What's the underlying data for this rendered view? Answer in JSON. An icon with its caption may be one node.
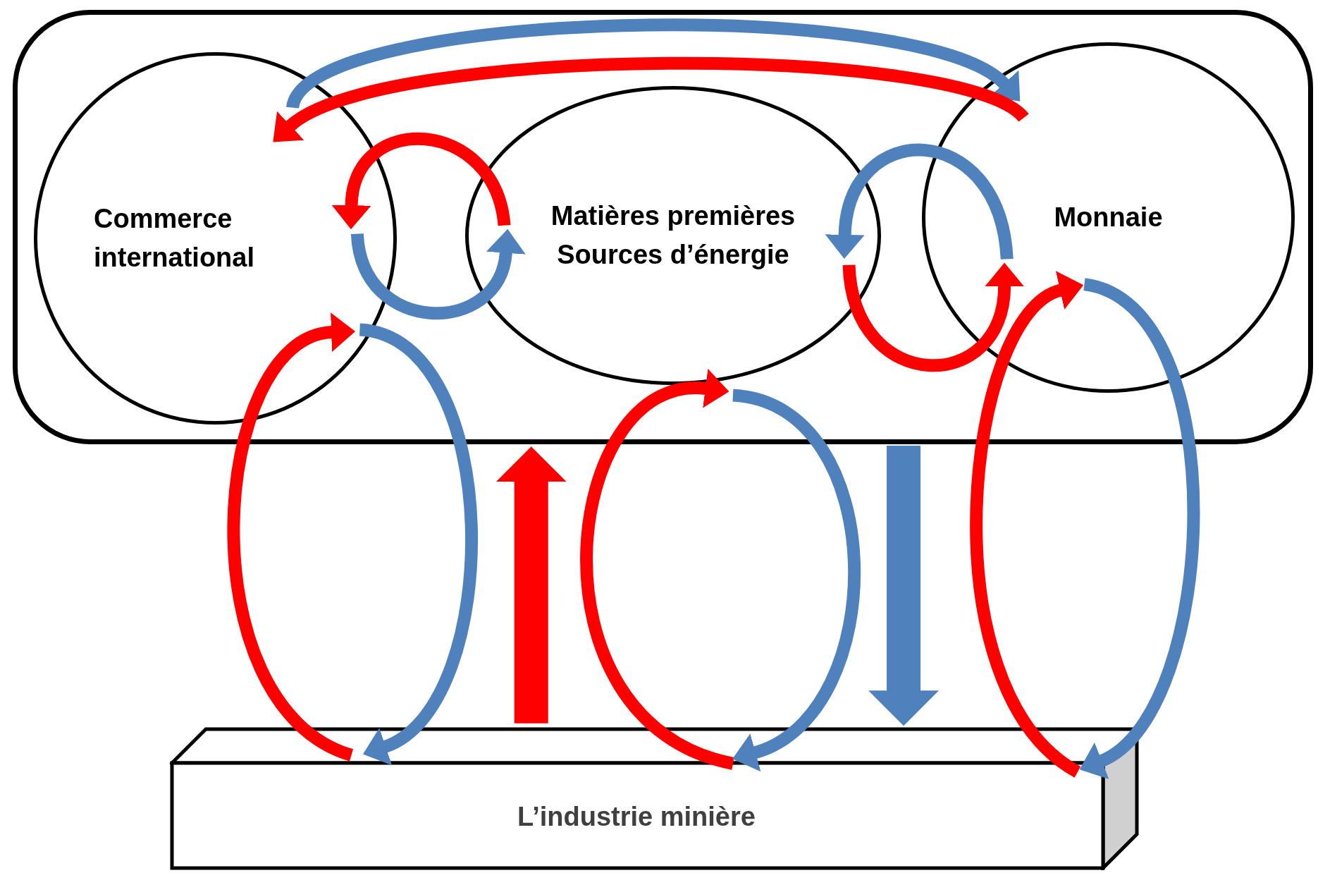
{
  "diagram": {
    "nodes": [
      {
        "text": [],
        "shape": "box"
      },
      {
        "text": [
          "Commerce international"
        ],
        "in": 0
      },
      {
        "text": [
          "Matières premières Sources d’énergie"
        ],
        "in": 0
      },
      {
        "text": [
          "Monnaie"
        ],
        "in": 0
      },
      {
        "text": [
          "L’industrie minière"
        ]
      }
    ],
    "edges": [
      {
        "from": 1,
        "to": 3,
        "arrow": "to",
        "color": "#4f81bd"
      },
      {
        "from": 3,
        "to": 1,
        "arrow": "to",
        "color": "#ff0000"
      },
      {
        "from": 2,
        "to": 1,
        "arrow": "to",
        "color": "#ff0000"
      },
      {
        "from": 1,
        "to": 2,
        "arrow": "to",
        "color": "#4f81bd"
      },
      {
        "from": 3,
        "to": 2,
        "arrow": "to",
        "color": "#4f81bd"
      },
      {
        "from": 2,
        "to": 3,
        "arrow": "to",
        "color": "#ff0000"
      },
      {
        "from": 4,
        "to": 1,
        "arrow": "to",
        "color": "#ff0000"
      },
      {
        "from": 1,
        "to": 4,
        "arrow": "to",
        "color": "#4f81bd"
      },
      {
        "from": 4,
        "to": 2,
        "arrow": "to",
        "color": "#ff0000"
      },
      {
        "from": 2,
        "to": 4,
        "arrow": "to",
        "color": "#4f81bd"
      },
      {
        "from": 4,
        "to": 0,
        "arrow": "to",
        "style": "thick",
        "color": "#ff0000"
      },
      {
        "from": 0,
        "to": 4,
        "arrow": "to",
        "style": "thick",
        "color": "#4f81bd"
      },
      {
        "from": 4,
        "to": 3,
        "arrow": "to",
        "color": "#ff0000"
      },
      {
        "from": 3,
        "to": 4,
        "arrow": "to",
        "color": "#4f81bd"
      }
    ]
  }
}
